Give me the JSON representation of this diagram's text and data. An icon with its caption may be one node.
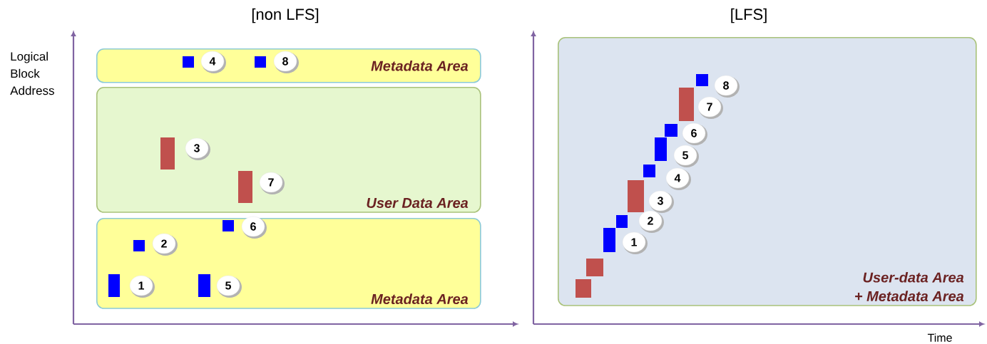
{
  "diagram": {
    "nodes": [
      {
        "text": [
          "Metadata Area"
        ]
      },
      {
        "text": [
          "4"
        ],
        "in": 0
      },
      {
        "text": [
          "8"
        ],
        "in": 0
      },
      {
        "text": [
          "User Data Area"
        ]
      },
      {
        "text": [
          "3"
        ],
        "in": 3
      },
      {
        "text": [
          "7"
        ],
        "in": 3
      },
      {
        "text": [
          "Metadata Area"
        ]
      },
      {
        "text": [
          "6"
        ],
        "in": 6
      },
      {
        "text": [
          "2"
        ],
        "in": 6
      },
      {
        "text": [
          "1"
        ],
        "in": 6
      },
      {
        "text": [
          "5"
        ],
        "in": 6
      },
      {
        "text": [
          "User-data Area + Metadata Area"
        ]
      },
      {
        "text": [
          "8"
        ],
        "in": 11
      },
      {
        "text": [
          "7"
        ],
        "in": 11
      },
      {
        "text": [
          "6"
        ],
        "in": 11
      },
      {
        "text": [
          "5"
        ],
        "in": 11
      },
      {
        "text": [
          "4"
        ],
        "in": 11
      },
      {
        "text": [
          "3"
        ],
        "in": 11
      },
      {
        "text": [
          "2"
        ],
        "in": 11
      },
      {
        "text": [
          "1"
        ],
        "in": 11
      }
    ],
    "edges": [],
    "labels": [
      "[non LFS]",
      "[LFS]",
      "Logical Block Address",
      "Time"
    ]
  }
}
